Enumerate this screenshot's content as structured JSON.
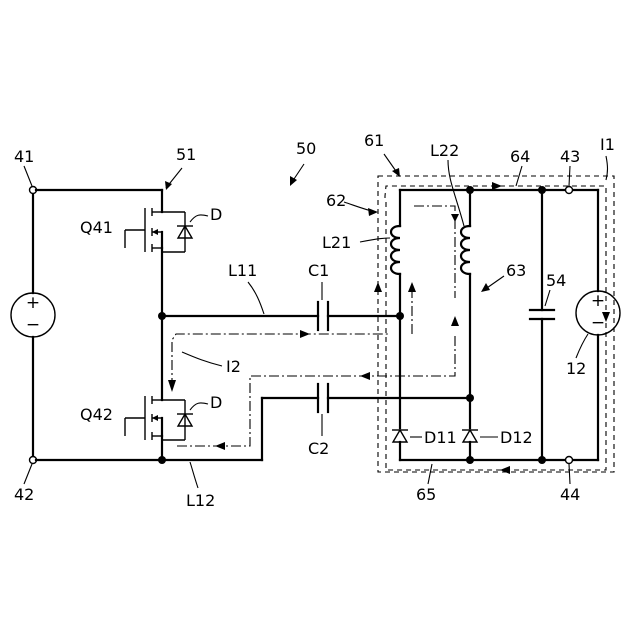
{
  "labels": {
    "n50": "50",
    "n51": "51",
    "n41": "41",
    "n42": "42",
    "n43": "43",
    "n44": "44",
    "q41": "Q41",
    "q42": "Q42",
    "d_top": "D",
    "d_bot": "D",
    "l11": "L11",
    "l12": "L12",
    "c1": "C1",
    "c2": "C2",
    "i2": "I2",
    "n61": "61",
    "n62": "62",
    "n63": "63",
    "n64": "64",
    "n65": "65",
    "l21": "L21",
    "l22": "L22",
    "n54": "54",
    "n12": "12",
    "i1": "I1",
    "d11": "D11",
    "d12": "D12"
  },
  "sources": {
    "left_plus": "+",
    "left_minus": "−",
    "right_plus": "+",
    "right_minus": "−"
  }
}
